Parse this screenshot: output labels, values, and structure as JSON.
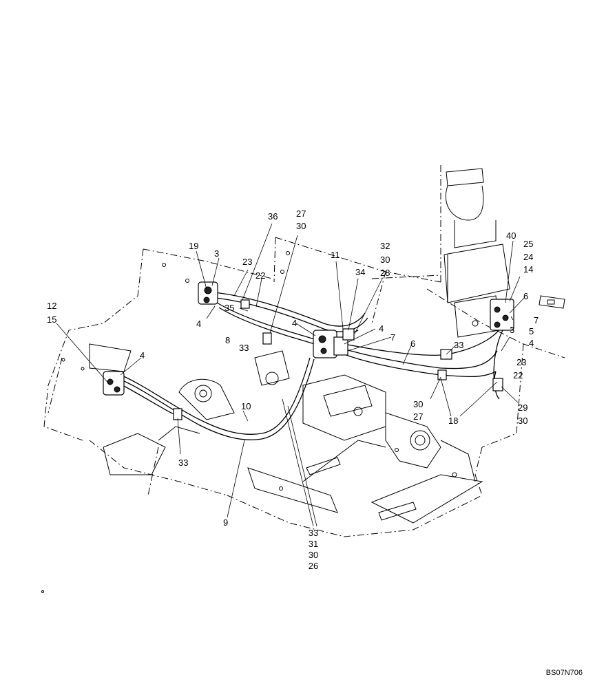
{
  "drawing": {
    "reference_code": "BS07N706",
    "callouts": {
      "c12": "12",
      "c15": "15",
      "c19": "19",
      "c3a": "3",
      "c23a": "23",
      "c36": "36",
      "c27a": "27",
      "c30a": "30",
      "c22a": "22",
      "c35": "35",
      "c4a": "4",
      "c8": "8",
      "c33a": "33",
      "c11": "11",
      "c34": "34",
      "c32": "32",
      "c30b": "30",
      "c28": "28",
      "c4b": "4",
      "c4c": "4",
      "c7a": "7",
      "c6a": "6",
      "c40": "40",
      "c25": "25",
      "c24": "24",
      "c14": "14",
      "c6b": "6",
      "c7b": "7",
      "c5": "5",
      "c3b": "3",
      "c4d": "4",
      "c23b": "23",
      "c22b": "22",
      "c33b": "33",
      "c30c": "30",
      "c27b": "27",
      "c18": "18",
      "c29": "29",
      "c30d": "30",
      "c4e": "4",
      "c10": "10",
      "c33c": "33",
      "c9": "9",
      "s1": "33",
      "s2": "31",
      "s3": "30",
      "s4": "26"
    }
  }
}
